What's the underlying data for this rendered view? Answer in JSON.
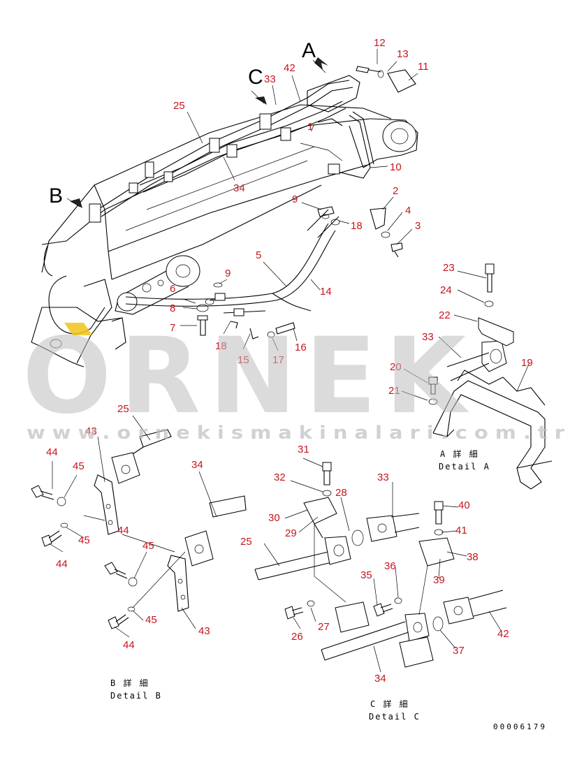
{
  "watermark": {
    "brand": "ORNEK",
    "url": "www.ornekismakinalari.com.tr",
    "accent": "#f0c419"
  },
  "view_letters": {
    "a": "A",
    "b": "B",
    "c": "C"
  },
  "callout_color": "#c8141e",
  "main_callouts": [
    "12",
    "13",
    "11",
    "42",
    "33",
    "25",
    "1",
    "10",
    "2",
    "4",
    "3",
    "9",
    "18",
    "5",
    "14",
    "9",
    "6",
    "8",
    "7",
    "18",
    "15",
    "17",
    "16",
    "34"
  ],
  "detail_a": {
    "title_jp": "A 詳 細",
    "title_en": "Detail A",
    "callouts": [
      "23",
      "24",
      "22",
      "33",
      "19",
      "20",
      "21"
    ]
  },
  "detail_b": {
    "title_jp": "B 詳 細",
    "title_en": "Detail B",
    "callouts": [
      "25",
      "43",
      "44",
      "45",
      "44",
      "45",
      "44",
      "34",
      "45",
      "45",
      "43",
      "44"
    ]
  },
  "detail_c": {
    "title_jp": "C 詳 細",
    "title_en": "Detail C",
    "callouts": [
      "31",
      "32",
      "28",
      "33",
      "30",
      "29",
      "40",
      "41",
      "38",
      "25",
      "39",
      "36",
      "35",
      "27",
      "26",
      "37",
      "42",
      "34"
    ]
  },
  "doc_number": "00006179"
}
